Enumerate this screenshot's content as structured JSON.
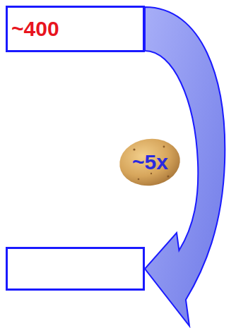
{
  "diagram": {
    "nodes": [
      {
        "text": [
          "~400"
        ]
      },
      {
        "text": []
      }
    ],
    "edges": [
      {
        "from": 0,
        "to": 1,
        "arrow": "to",
        "label": "~5x"
      }
    ]
  }
}
